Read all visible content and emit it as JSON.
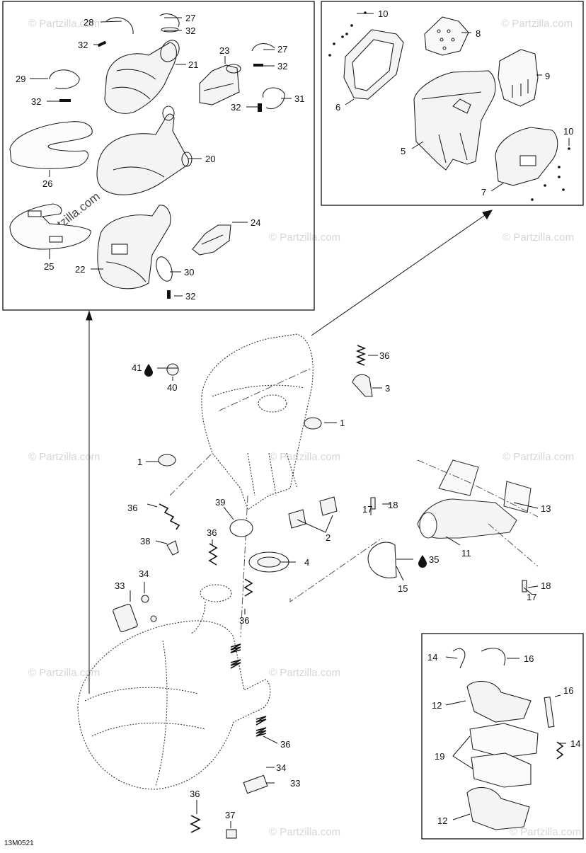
{
  "diagram": {
    "code": "13M0521",
    "watermark": "© Partzilla.com",
    "callouts": {
      "c1": "1",
      "c2": "2",
      "c3": "3",
      "c4": "4",
      "c5": "5",
      "c6": "6",
      "c7": "7",
      "c8": "8",
      "c9": "9",
      "c10": "10",
      "c11": "11",
      "c12": "12",
      "c13": "13",
      "c14": "14",
      "c15": "15",
      "c16": "16",
      "c17": "17",
      "c18": "18",
      "c19": "19",
      "c20": "20",
      "c21": "21",
      "c22": "22",
      "c23": "23",
      "c24": "24",
      "c25": "25",
      "c26": "26",
      "c27": "27",
      "c28": "28",
      "c29": "29",
      "c30": "30",
      "c31": "31",
      "c32": "32",
      "c33": "33",
      "c34": "34",
      "c35": "35",
      "c36": "36",
      "c37": "37",
      "c38": "38",
      "c39": "39",
      "c40": "40",
      "c41": "41"
    }
  }
}
